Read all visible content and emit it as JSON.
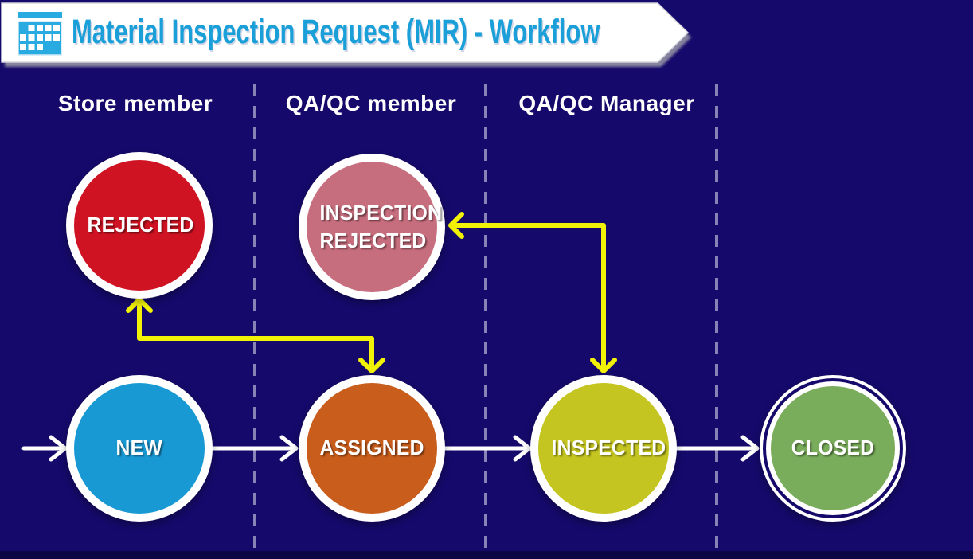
{
  "header": {
    "title": "Material Inspection Request (MIR) - Workflow",
    "icon": "calendar-grid-icon"
  },
  "lanes": [
    {
      "label": "Store member"
    },
    {
      "label": "QA/QC member"
    },
    {
      "label": "QA/QC Manager"
    }
  ],
  "nodes": [
    {
      "id": "rejected",
      "label": "REJECTED",
      "color": "#CF1322",
      "lane": "Store member"
    },
    {
      "id": "inspection-rejected",
      "label": "INSPECTION REJECTED",
      "color": "#C76E7E",
      "lane": "QA/QC member"
    },
    {
      "id": "new",
      "label": "NEW",
      "color": "#1999D4",
      "lane": "Store member"
    },
    {
      "id": "assigned",
      "label": "ASSIGNED",
      "color": "#C95D1C",
      "lane": "QA/QC member"
    },
    {
      "id": "inspected",
      "label": "INSPECTED",
      "color": "#C4C520",
      "lane": "QA/QC Manager"
    },
    {
      "id": "closed",
      "label": "CLOSED",
      "color": "#79AC5B",
      "final": true
    }
  ],
  "edges": [
    {
      "from": "start",
      "to": "new",
      "type": "flow"
    },
    {
      "from": "new",
      "to": "assigned",
      "type": "flow"
    },
    {
      "from": "assigned",
      "to": "inspected",
      "type": "flow"
    },
    {
      "from": "inspected",
      "to": "closed",
      "type": "flow"
    },
    {
      "from": "assigned",
      "to": "rejected",
      "type": "reject",
      "bidirectional": true
    },
    {
      "from": "inspected",
      "to": "inspection-rejected",
      "type": "reject",
      "bidirectional": true
    }
  ],
  "colors": {
    "background": "#150A6B",
    "footer_bar": "#0C0645",
    "banner_fill": "#FFFFFF",
    "title_text": "#1A9FD9",
    "icon_cyan": "#29ABE2",
    "lane_divider": "#A3A3C0",
    "flow_arrow": "#FFFFFF",
    "reject_arrow": "#F2F207",
    "node_ring": "#FFFFFF"
  }
}
